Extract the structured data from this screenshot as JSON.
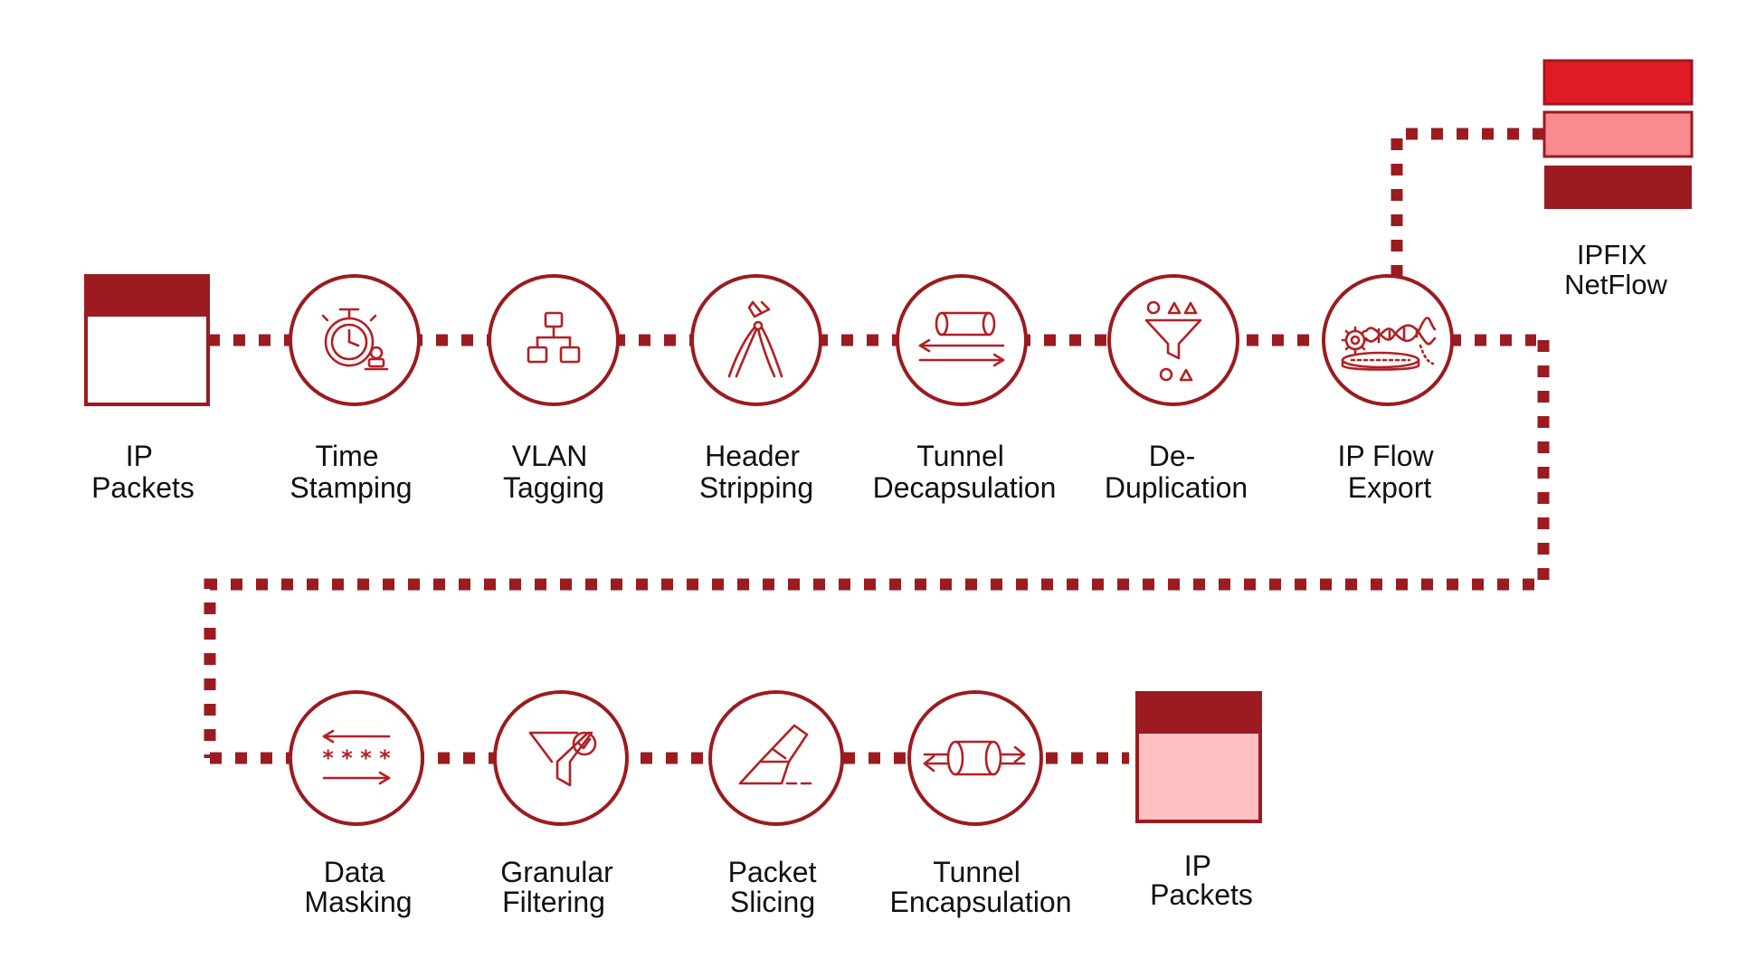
{
  "colors": {
    "primary": "#9b1b20",
    "icon": "#b31f24",
    "bright_red": "#e11b25",
    "light_red": "#f98a8f",
    "pale_pink": "#ffc0c4",
    "text": "#111111"
  },
  "input": {
    "line1": "IP",
    "line2": "Packets"
  },
  "output": {
    "line1": "IP",
    "line2": "Packets"
  },
  "export_target": {
    "line1": "IPFIX",
    "line2": "NetFlow"
  },
  "row1_steps": [
    {
      "line1": "Time",
      "line2": "Stamping",
      "icon": "stopwatch-stamp-icon"
    },
    {
      "line1": "VLAN",
      "line2": "Tagging",
      "icon": "network-tree-icon"
    },
    {
      "line1": "Header",
      "line2": "Stripping",
      "icon": "pliers-icon"
    },
    {
      "line1": "Tunnel",
      "line2": "Decapsulation",
      "icon": "tunnel-arrows-icon"
    },
    {
      "line1": "De-",
      "line2": "Duplication",
      "icon": "funnel-shapes-icon"
    },
    {
      "line1": "IP Flow",
      "line2": "Export",
      "icon": "gear-dna-icon"
    }
  ],
  "row2_steps": [
    {
      "line1": "Data",
      "line2": "Masking",
      "icon": "masked-arrows-icon"
    },
    {
      "line1": "Granular",
      "line2": "Filtering",
      "icon": "funnel-check-icon"
    },
    {
      "line1": "Packet",
      "line2": "Slicing",
      "icon": "blade-icon"
    },
    {
      "line1": "Tunnel",
      "line2": "Encapsulation",
      "icon": "cylinder-arrows-icon"
    }
  ]
}
